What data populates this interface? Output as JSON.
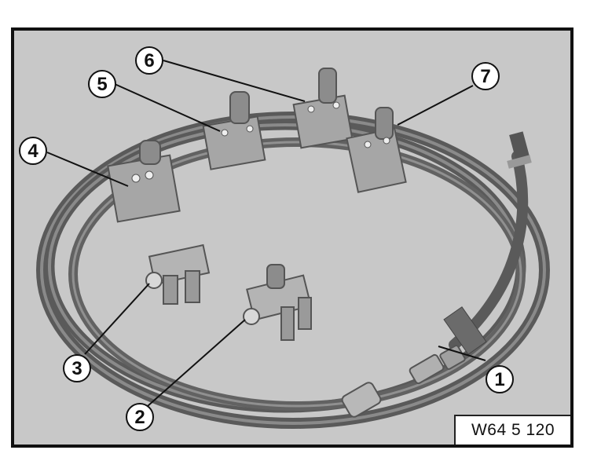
{
  "figure": {
    "reference_code": "W64 5 120",
    "callouts": [
      {
        "id": "1",
        "label": "1"
      },
      {
        "id": "2",
        "label": "2"
      },
      {
        "id": "3",
        "label": "3"
      },
      {
        "id": "4",
        "label": "4"
      },
      {
        "id": "5",
        "label": "5"
      },
      {
        "id": "6",
        "label": "6"
      },
      {
        "id": "7",
        "label": "7"
      }
    ],
    "colors": {
      "background": "#c8c8c8",
      "hose": "#6e6e6e",
      "block": "#a8a8a8",
      "frame": "#111111"
    }
  }
}
